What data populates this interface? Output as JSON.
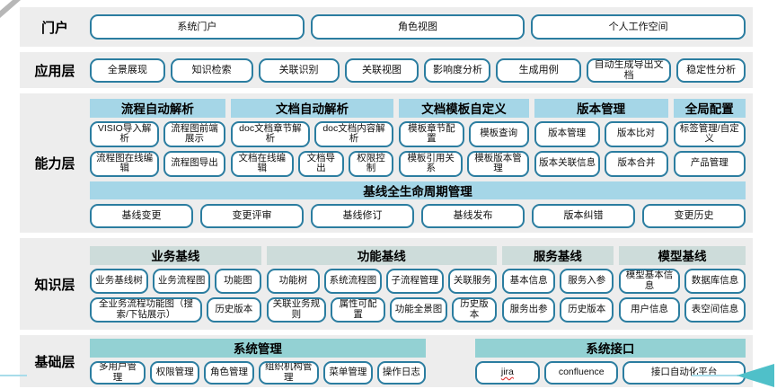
{
  "colors": {
    "band_background": "#ededed",
    "box_border": "#2b7da0",
    "capability_header": "#a5d6e7",
    "knowledge_header": "#cddcda",
    "foundation_header": "#93d1d3",
    "decor_arrow": "#4fc0c9"
  },
  "portal": {
    "label": "门户",
    "items": [
      "系统门户",
      "角色视图",
      "个人工作空间"
    ]
  },
  "application": {
    "label": "应用层",
    "items": [
      "全景展现",
      "知识检索",
      "关联识别",
      "关联视图",
      "影响度分析",
      "生成用例",
      "自动生成导出文档",
      "稳定性分析"
    ]
  },
  "capability": {
    "label": "能力层",
    "groups": [
      {
        "title": "流程自动解析",
        "rows": [
          [
            "VISIO导入解析",
            "流程图前端展示"
          ],
          [
            "流程图在线编辑",
            "流程图导出"
          ]
        ]
      },
      {
        "title": "文档自动解析",
        "rows": [
          [
            "doc文档章节解析",
            "doc文档内容解析"
          ],
          [
            "文档在线编辑",
            "文档导出",
            "权限控制"
          ]
        ]
      },
      {
        "title": "文档模板自定义",
        "rows": [
          [
            "模板章节配置",
            "模板查询"
          ],
          [
            "模板引用关系",
            "模板版本管理"
          ]
        ]
      },
      {
        "title": "版本管理",
        "rows": [
          [
            "版本管理",
            "版本比对"
          ],
          [
            "版本关联信息",
            "版本合并"
          ]
        ]
      },
      {
        "title": "全局配置",
        "rows": [
          [
            "标签管理/自定义"
          ],
          [
            "产品管理"
          ]
        ]
      }
    ],
    "baseline": {
      "title": "基线全生命周期管理",
      "items": [
        "基线变更",
        "变更评审",
        "基线修订",
        "基线发布",
        "版本纠错",
        "变更历史"
      ]
    }
  },
  "knowledge": {
    "label": "知识层",
    "groups": [
      {
        "title": "业务基线",
        "rows": [
          [
            "业务基线树",
            "业务流程图",
            "功能图"
          ],
          [
            "全业务流程功能图（搜索/下钻展示）",
            "历史版本"
          ]
        ]
      },
      {
        "title": "功能基线",
        "rows": [
          [
            "功能树",
            "系统流程图",
            "子流程管理",
            "关联服务"
          ],
          [
            "关联业务规则",
            "属性可配置",
            "功能全景图",
            "历史版本"
          ]
        ]
      },
      {
        "title": "服务基线",
        "rows": [
          [
            "基本信息",
            "服务入参"
          ],
          [
            "服务出参",
            "历史版本"
          ]
        ]
      },
      {
        "title": "模型基线",
        "rows": [
          [
            "模型基本信息",
            "数据库信息"
          ],
          [
            "用户信息",
            "表空间信息"
          ]
        ]
      }
    ]
  },
  "foundation": {
    "label": "基础层",
    "groups": [
      {
        "title": "系统管理",
        "items": [
          "多用户管理",
          "权限管理",
          "角色管理",
          "组织机构管理",
          "菜单管理",
          "操作日志"
        ]
      },
      {
        "title": "系统接口",
        "items": [
          "jira",
          "confluence",
          "接口自动化平台"
        ]
      }
    ]
  }
}
